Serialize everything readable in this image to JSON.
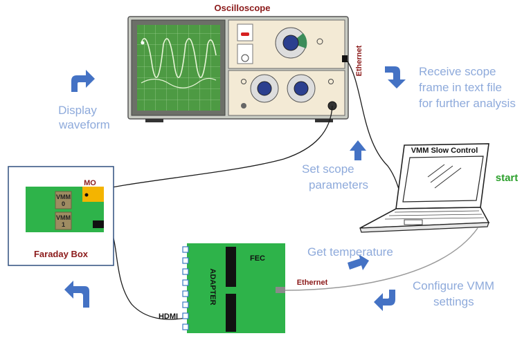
{
  "oscilloscope": {
    "title": "Oscilloscope",
    "ethernet_label": "Ethernet"
  },
  "faraday_box": {
    "title": "Faraday Box",
    "mo_label": "MO",
    "vmm0_line1": "VMM",
    "vmm0_line2": "0",
    "vmm1_line1": "VMM",
    "vmm1_line2": "1"
  },
  "board": {
    "adapter_label": "ADAPTER",
    "fec_label": "FEC",
    "hdmi_label": "HDMI",
    "ethernet_label": "Ethernet"
  },
  "laptop": {
    "screen_label": "VMM Slow Control",
    "start_label": "start"
  },
  "flow_labels": {
    "display_line1": "Display",
    "display_line2": "waveform",
    "receive_line1": "Receive scope",
    "receive_line2": "frame in text file",
    "receive_line3": "for further analysis",
    "set_line1": "Set scope",
    "set_line2": "parameters",
    "temperature": "Get temperature",
    "configure_line1": "Configure VMM",
    "configure_line2": "settings"
  },
  "colors": {
    "arrow_blue": "#4472c4",
    "label_blue": "#8eaadb",
    "board_green": "#2eb34a",
    "start_green": "#2ca02c",
    "label_red": "#8b1a1a"
  }
}
